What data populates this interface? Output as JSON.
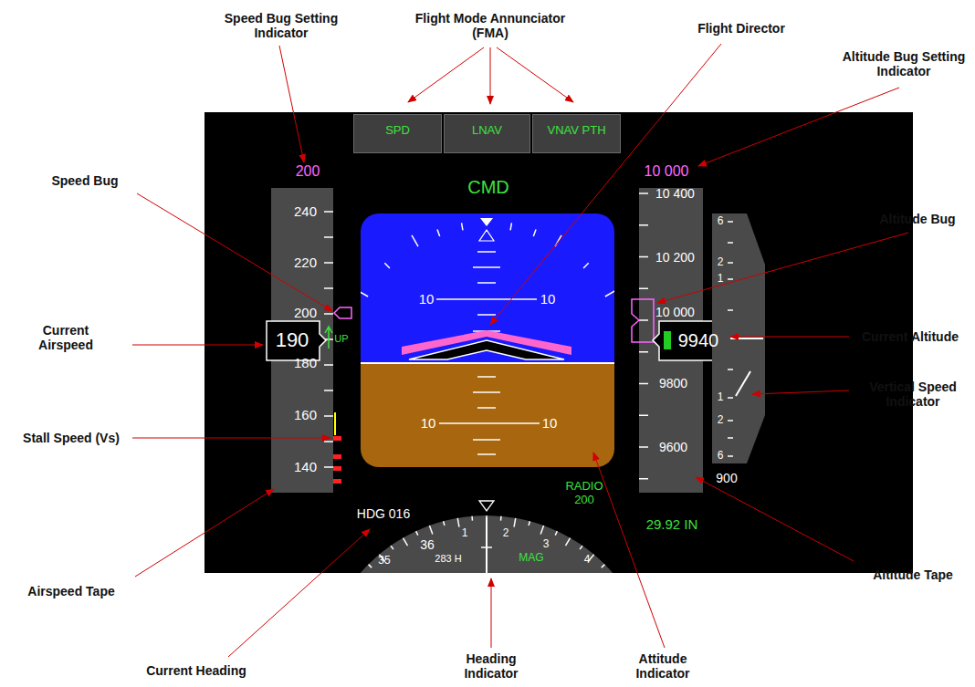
{
  "diagram": {
    "nodes": [
      {
        "text": [
          "SPD"
        ]
      },
      {
        "text": [
          "LNAV"
        ]
      },
      {
        "text": [
          "VNAV PTH"
        ]
      }
    ],
    "labels": [
      "Speed Bug Setting Indicator",
      "Flight Mode Annunciator (FMA)",
      "Flight Director",
      "Altitude Bug Setting Indicator",
      "Speed Bug",
      "Altitude Bug",
      "Current Airspeed",
      "Current Altitude",
      "Vertical Speed Indicator",
      "Stall Speed (Vs)",
      "Airspeed Tape",
      "Altitude Tape",
      "Current Heading",
      "Heading Indicator",
      "Attitude Indicator",
      "200",
      "CMD",
      "10 000",
      "240",
      "220",
      "200",
      "190",
      "180",
      "160",
      "140",
      "UP",
      "10 400",
      "10 200",
      "10 000",
      "9940",
      "9800",
      "9600",
      "6",
      "2",
      "1",
      "1",
      "2",
      "6",
      "900",
      "29.92 IN",
      "RADIO 200",
      "10",
      "10",
      "10",
      "10",
      "HDG 016",
      "35",
      "36",
      "1",
      "2",
      "3",
      "4",
      "283 H",
      "MAG"
    ]
  }
}
